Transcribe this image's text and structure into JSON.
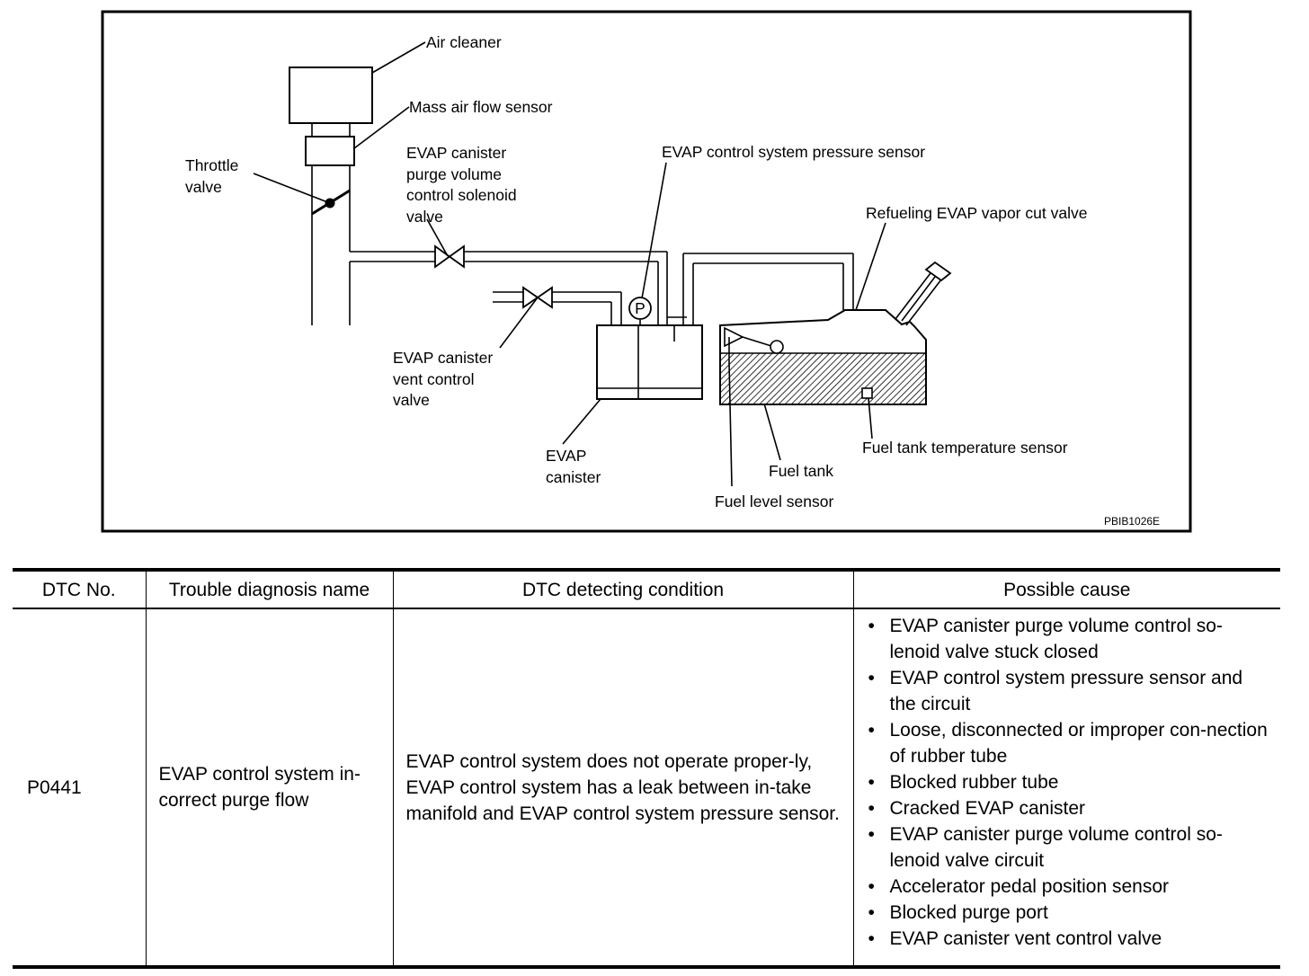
{
  "diagram": {
    "labels": {
      "air_cleaner": "Air cleaner",
      "mass_air_flow_sensor": "Mass air flow sensor",
      "throttle_valve": [
        "Throttle",
        "valve"
      ],
      "purge_solenoid_valve": [
        "EVAP canister",
        "purge volume",
        "control solenoid",
        "valve"
      ],
      "pressure_sensor": "EVAP control system pressure sensor",
      "pressure_symbol": "P",
      "vapor_cut_valve": "Refueling EVAP vapor cut valve",
      "vent_control_valve": [
        "EVAP canister",
        "vent control",
        "valve"
      ],
      "evap_canister": [
        "EVAP",
        "canister"
      ],
      "fuel_tank_temp_sensor": "Fuel tank temperature sensor",
      "fuel_tank": "Fuel tank",
      "fuel_level_sensor": "Fuel level sensor",
      "figure_code": "PBIB1026E"
    }
  },
  "table": {
    "headers": [
      "DTC No.",
      "Trouble diagnosis name",
      "DTC detecting condition",
      "Possible cause"
    ],
    "row": {
      "dtc_no": "P0441",
      "name": "EVAP control system in-correct purge flow",
      "condition": "EVAP control system does not operate proper-ly, EVAP control system has a leak between in-take manifold and EVAP control system pressure sensor.",
      "causes": [
        "EVAP canister purge volume control so-lenoid valve stuck closed",
        "EVAP control system pressure sensor and the circuit",
        "Loose, disconnected or improper con-nection of rubber tube",
        "Blocked rubber tube",
        "Cracked EVAP canister",
        "EVAP canister purge volume control so-lenoid valve circuit",
        "Accelerator pedal position sensor",
        "Blocked purge port",
        "EVAP canister vent control valve"
      ]
    }
  }
}
